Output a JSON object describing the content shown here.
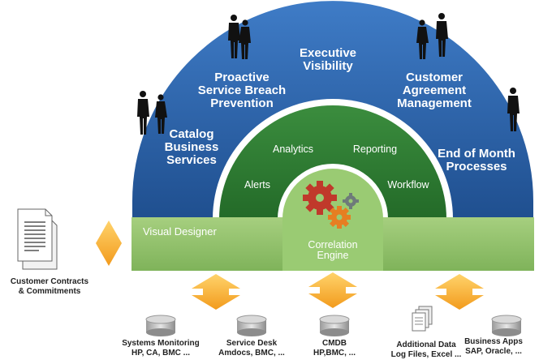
{
  "outer_arc": {
    "catalog": "Catalog\nBusiness\nServices",
    "proactive": "Proactive\nService Breach\nPrevention",
    "executive": "Executive\nVisibility",
    "customer_agreement": "Customer\nAgreement\nManagement",
    "end_of_month": "End of Month\nProcesses"
  },
  "inner_arc": {
    "analytics": "Analytics",
    "reporting": "Reporting",
    "alerts": "Alerts",
    "workflow": "Workflow"
  },
  "band": {
    "visual_designer": "Visual Designer",
    "correlation_engine": "Correlation\nEngine"
  },
  "documents": {
    "label": "Customer Contracts\n& Commitments"
  },
  "sources": [
    {
      "label": "Systems Monitoring\nHP, CA, BMC ...",
      "icon": "database-icon"
    },
    {
      "label": "Service Desk\nAmdocs, BMC, ...",
      "icon": "database-icon"
    },
    {
      "label": "CMDB\nHP,BMC, ...",
      "icon": "database-icon"
    },
    {
      "label": "Additional Data\nLog Files, Excel ...",
      "icon": "files-icon"
    },
    {
      "label": "Business Apps\nSAP, Oracle, ...",
      "icon": "database-icon"
    }
  ],
  "colors": {
    "blue": "#2a5fa3",
    "green_dark": "#2f7a33",
    "green_light": "#8fbf6a",
    "arrow": "#f5a623"
  }
}
